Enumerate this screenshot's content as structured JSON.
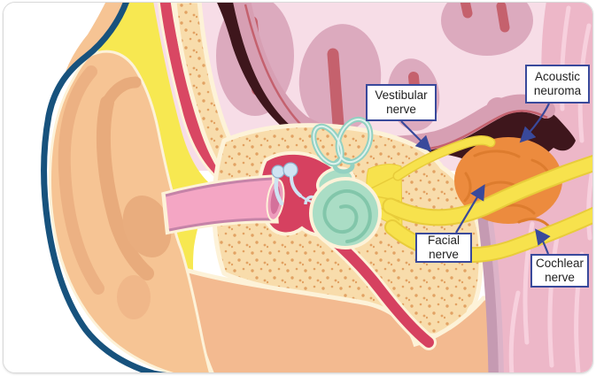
{
  "figure": {
    "type": "medical-illustration",
    "subject": "Cross-section of the ear and brain showing an acoustic neuroma",
    "labels": [
      {
        "id": "vestibular-nerve",
        "text": "Vestibular\nnerve"
      },
      {
        "id": "acoustic-neuroma",
        "text": "Acoustic\nneuroma"
      },
      {
        "id": "facial-nerve",
        "text": "Facial\nnerve"
      },
      {
        "id": "cochlear-nerve",
        "text": "Cochlear\nnerve"
      }
    ],
    "colors": {
      "label_border": "#39499b",
      "arrow": "#39499b",
      "label_text": "#1f1f1f",
      "tumor_orange": "#ec8b3e",
      "tumor_texture": "#dd7c2e",
      "nerve_yellow": "#f7e24d",
      "fat_yellow": "#f7e851",
      "bone_tan": "#f8dcab",
      "bone_speckle": "#e2a263",
      "bone_outline_cream": "#fdf2d8",
      "brain_pink": "#f7dde7",
      "gyrus_pink": "#dcaabe",
      "gyrus_core_red": "#c5616d",
      "cortex_band": "#d79fb3",
      "dura_maroon": "#3e161c",
      "muscle_pink": "#edb7c8",
      "muscle_streak": "#f7d0dd",
      "skin_peach": "#f6c494",
      "skin_shading": "#eaaa7c",
      "soft_tissue_salmon": "#f3ba90",
      "head_outline_navy": "#17527d",
      "middle_ear_red": "#d64160",
      "ear_canal_pink": "#f4a6c4",
      "eardrum_pink": "#ee9dbd",
      "ossicle_blue": "#cfe4f3",
      "cochlea_mint": "#aaddc5",
      "semicircular_teal": "#93d1c2",
      "mauve_stripe": "#c59ab2"
    }
  }
}
